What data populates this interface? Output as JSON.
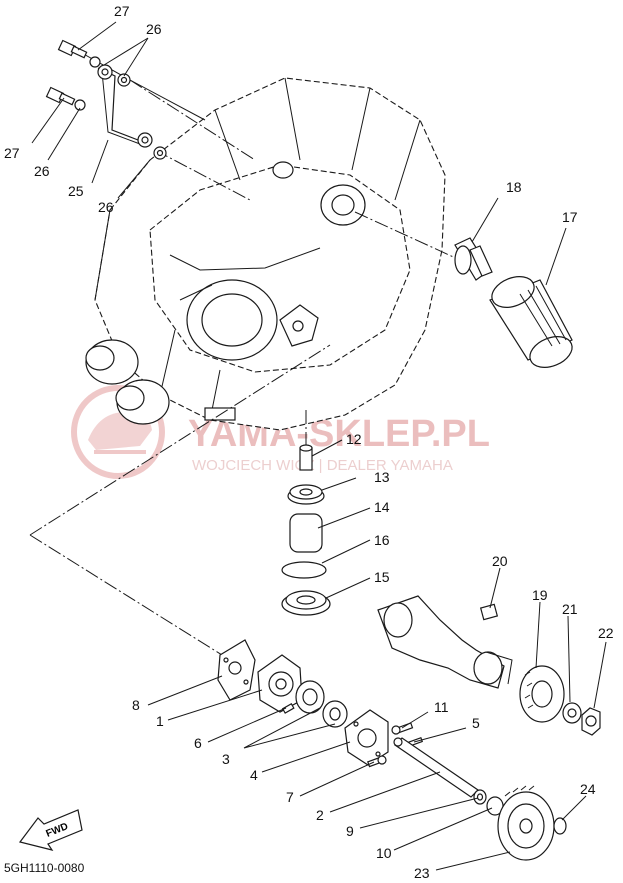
{
  "diagram": {
    "catalog_code": "5GH1110-0080",
    "fwd_label": "FWD",
    "watermark": {
      "title": "YAMA-SKLEP.PL",
      "subtitle": "WOJCIECH      WICZ | DEALER YAMAHA"
    },
    "callouts": {
      "c1": "1",
      "c2": "2",
      "c3": "3",
      "c4": "4",
      "c5": "5",
      "c6": "6",
      "c7": "7",
      "c8": "8",
      "c9": "9",
      "c10": "10",
      "c11": "11",
      "c12": "12",
      "c13": "13",
      "c14": "14",
      "c15": "15",
      "c16": "16",
      "c17": "17",
      "c18": "18",
      "c19": "19",
      "c20": "20",
      "c21": "21",
      "c22": "22",
      "c23": "23",
      "c24": "24",
      "c25": "25",
      "c26a": "26",
      "c26b": "26",
      "c26c": "26",
      "c27a": "27",
      "c27b": "27"
    }
  }
}
